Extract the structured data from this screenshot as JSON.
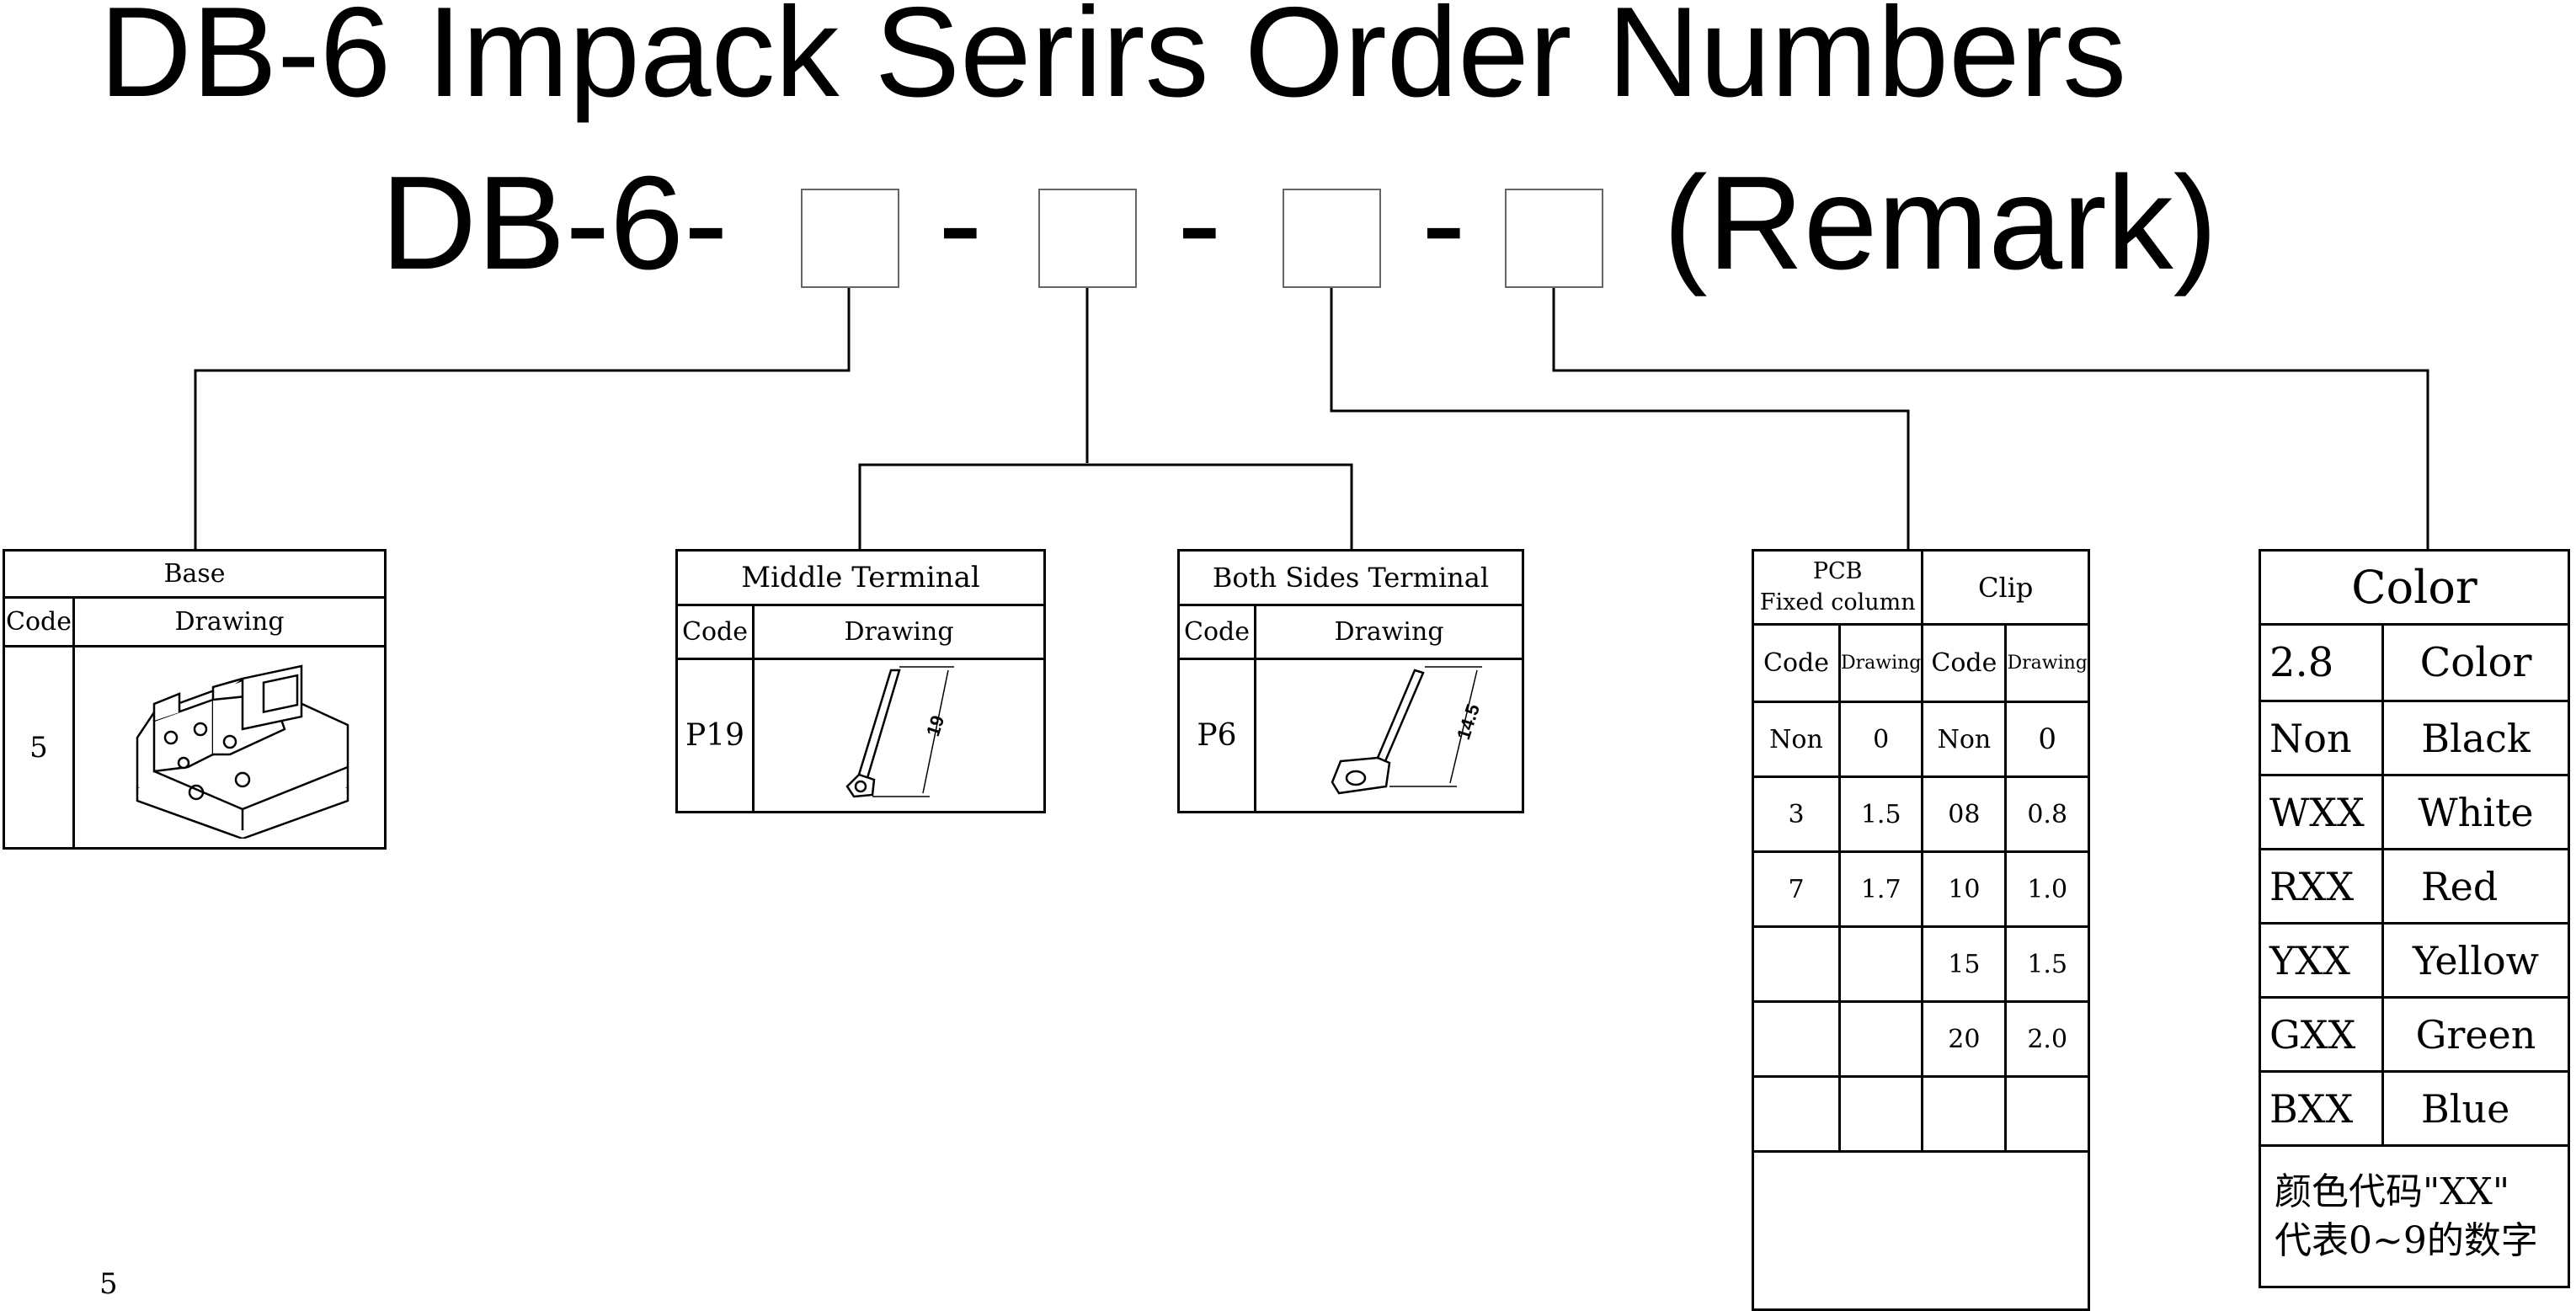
{
  "title": "DB-6 Impack Serirs Order Numbers",
  "order": {
    "prefix": "DB-6-",
    "separator": "-",
    "remark": "(Remark)"
  },
  "base": {
    "header": "Base",
    "code_col": "Code",
    "drawing_col": "Drawing",
    "code": "5"
  },
  "middle_terminal": {
    "header": "Middle Terminal",
    "code_col": "Code",
    "drawing_col": "Drawing",
    "code": "P19",
    "dimension": "19"
  },
  "both_sides_terminal": {
    "header": "Both Sides Terminal",
    "code_col": "Code",
    "drawing_col": "Drawing",
    "code": "P6",
    "dimension": "14.5"
  },
  "pcb_clip": {
    "pcb_header_line1": "PCB",
    "pcb_header_line2": "Fixed column",
    "clip_header": "Clip",
    "sub_headers": [
      "Code",
      "Drawing",
      "Code",
      "Drawing"
    ],
    "rows": [
      [
        "Non",
        "0",
        "Non",
        "0"
      ],
      [
        "3",
        "1.5",
        "08",
        "0.8"
      ],
      [
        "7",
        "1.7",
        "10",
        "1.0"
      ],
      [
        "",
        "",
        "15",
        "1.5"
      ],
      [
        "",
        "",
        "20",
        "2.0"
      ],
      [
        "",
        "",
        "",
        ""
      ]
    ]
  },
  "color": {
    "header": "Color",
    "sub_headers": [
      "2.8",
      "Color"
    ],
    "rows": [
      [
        "Non",
        "Black"
      ],
      [
        "WXX",
        "White"
      ],
      [
        "RXX",
        "Red"
      ],
      [
        "YXX",
        "Yellow"
      ],
      [
        "GXX",
        "Green"
      ],
      [
        "BXX",
        "Blue"
      ]
    ],
    "note_line1": "颜色代码\"XX\"",
    "note_line2": "代表0~9的数字"
  },
  "page_number": "5"
}
